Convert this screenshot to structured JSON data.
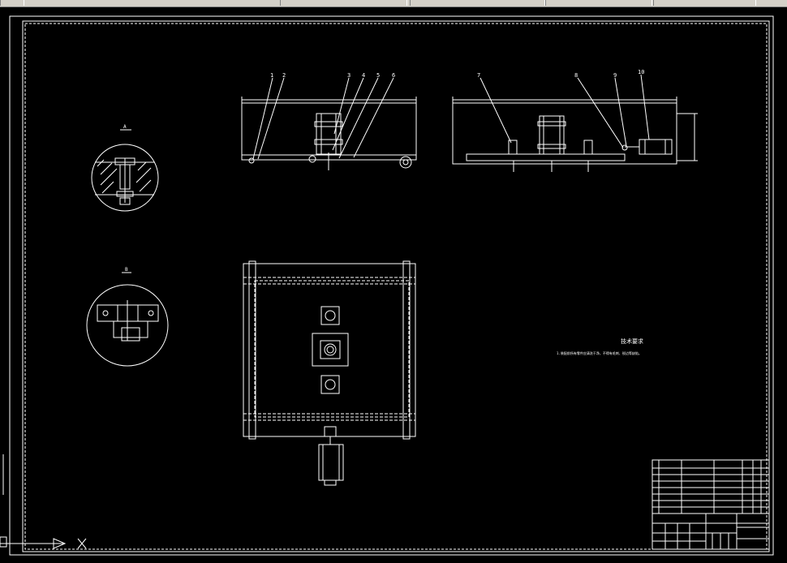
{
  "colors": {
    "background": "#000000",
    "lines": "#ffffff",
    "toolbar": "#d4d0c8"
  },
  "drawing": {
    "balloons_front": [
      "1",
      "2",
      "3",
      "4",
      "5",
      "6"
    ],
    "balloons_side": [
      "7",
      "8",
      "9",
      "10"
    ],
    "section_label_a": "A",
    "section_label_b": "B",
    "tech_title": "技术要求",
    "tech_note": "1.装配前所有零件应清洗干净，不得有毛刺、锐边等缺陷。"
  },
  "icons": {
    "ucs_icon": "ucs-icon",
    "cursor": "crosshair-icon"
  }
}
